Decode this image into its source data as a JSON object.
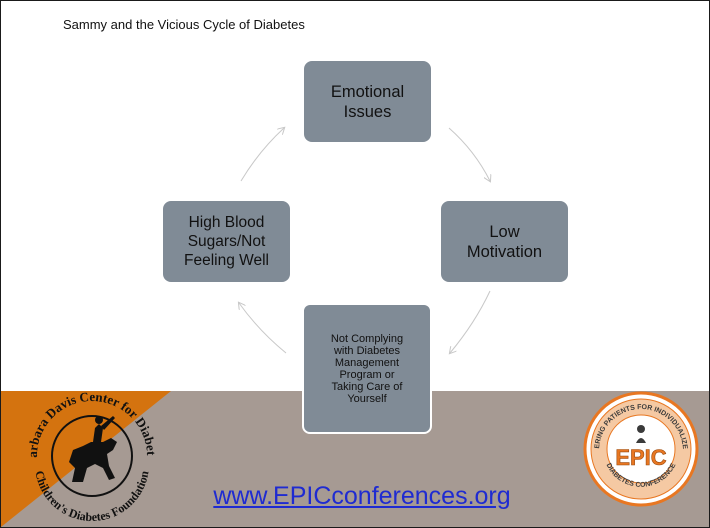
{
  "slide": {
    "title": "Sammy and the Vicious Cycle of Diabetes"
  },
  "cycle": {
    "nodes": [
      {
        "id": "emotional-issues",
        "label": "Emotional\nIssues"
      },
      {
        "id": "low-motivation",
        "label": "Low\nMotivation"
      },
      {
        "id": "not-complying",
        "label": "Not Complying\nwith Diabetes\nManagement\nProgram or\nTaking Care of\nYourself"
      },
      {
        "id": "high-blood-sugars",
        "label": "High Blood\nSugars/Not\nFeeling Well"
      }
    ]
  },
  "footer": {
    "url": "www.EPICconferences.org",
    "bdc_logo_text_top": "Barbara Davis Center for Diabetes",
    "bdc_logo_text_bottom": "Children's Diabetes Foundation",
    "epic_logo_word": "EPIC",
    "epic_logo_ring_top": "EMPOWERING PATIENTS FOR INDIVIDUALIZED CARE",
    "epic_logo_ring_bottom": "DIABETES CONFERENCE"
  },
  "colors": {
    "node_fill": "#808b96",
    "footer_band": "#a69a93",
    "footer_corner": "#d4730f",
    "link": "#1f2bd1",
    "arrow": "#c8c8c8"
  }
}
